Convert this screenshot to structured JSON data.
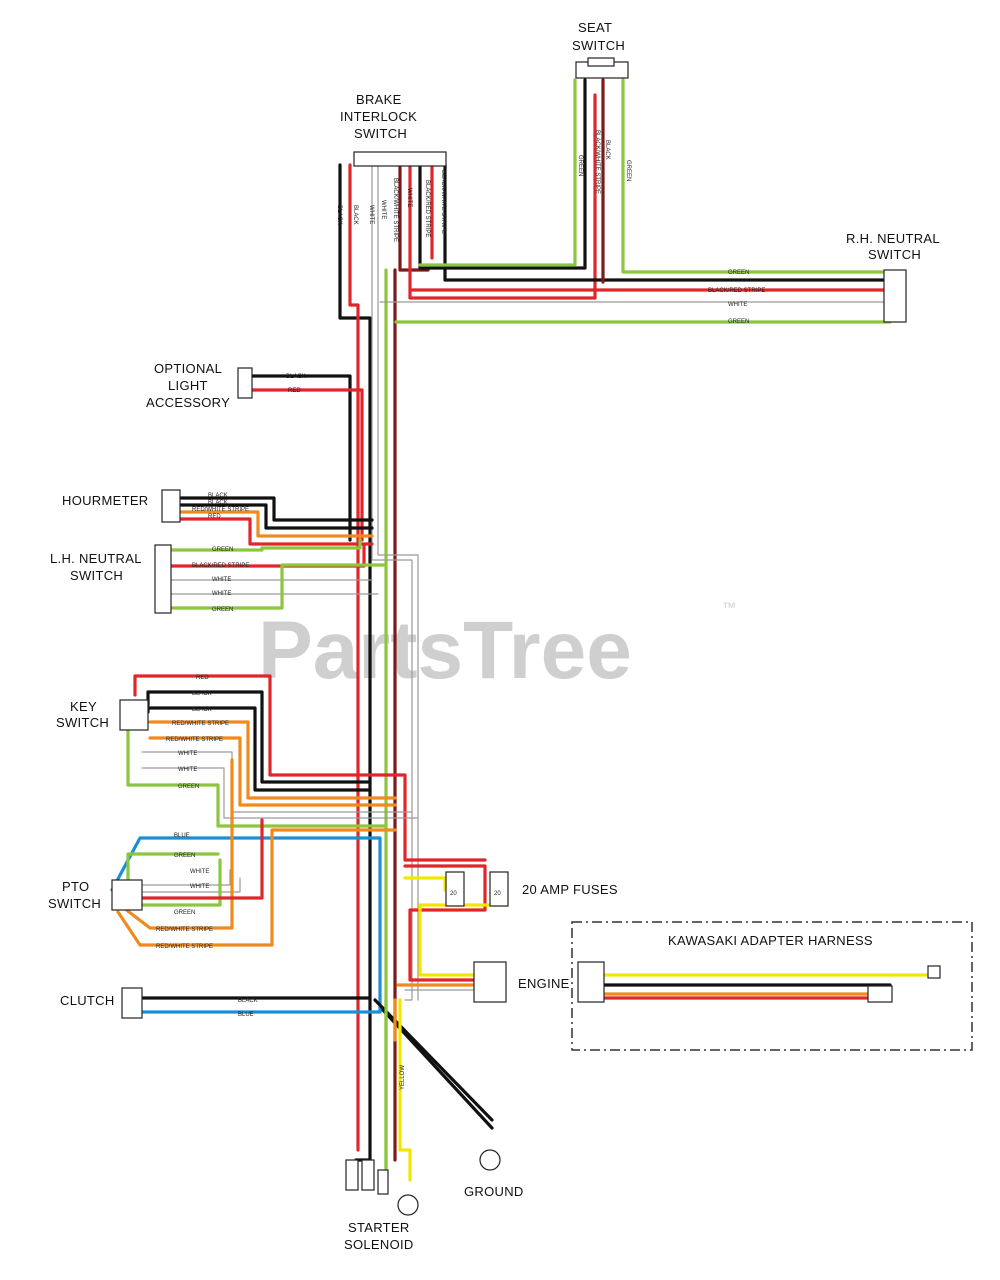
{
  "watermark": {
    "brand": "PartsTree",
    "tm": "™"
  },
  "components": {
    "seat_switch": [
      "SEAT",
      "SWITCH"
    ],
    "brake_interlock_switch": [
      "BRAKE",
      "INTERLOCK",
      "SWITCH"
    ],
    "rh_neutral_switch": [
      "R.H. NEUTRAL",
      "SWITCH"
    ],
    "optional_light_accessory": [
      "OPTIONAL",
      "LIGHT",
      "ACCESSORY"
    ],
    "hourmeter": "HOURMETER",
    "lh_neutral_switch": [
      "L.H. NEUTRAL",
      "SWITCH"
    ],
    "key_switch": [
      "KEY",
      "SWITCH"
    ],
    "pto_switch": [
      "PTO",
      "SWITCH"
    ],
    "clutch": "CLUTCH",
    "fuses": "20 AMP FUSES",
    "fuse_value": "20",
    "engine": "ENGINE",
    "ground": "GROUND",
    "starter_solenoid": [
      "STARTER",
      "SOLENOID"
    ],
    "kawasaki_adapter_harness": "KAWASAKI ADAPTER HARNESS"
  },
  "wire_labels": {
    "green": "GREEN",
    "black": "BLACK",
    "white": "WHITE",
    "red": "RED",
    "blue": "BLUE",
    "yellow": "YELLOW",
    "black_red_stripe": "BLACK/RED STRIPE",
    "black_white_stripe": "BLACK/WHITE STRIPE",
    "red_white_stripe": "RED/WHITE STRIPE"
  },
  "colors": {
    "black": "#111111",
    "red": "#e0262b",
    "green": "#8cc63f",
    "white": "#9a9a9a",
    "blue": "#1a8fd6",
    "yellow": "#f2e600",
    "orange": "#f08a1c"
  }
}
